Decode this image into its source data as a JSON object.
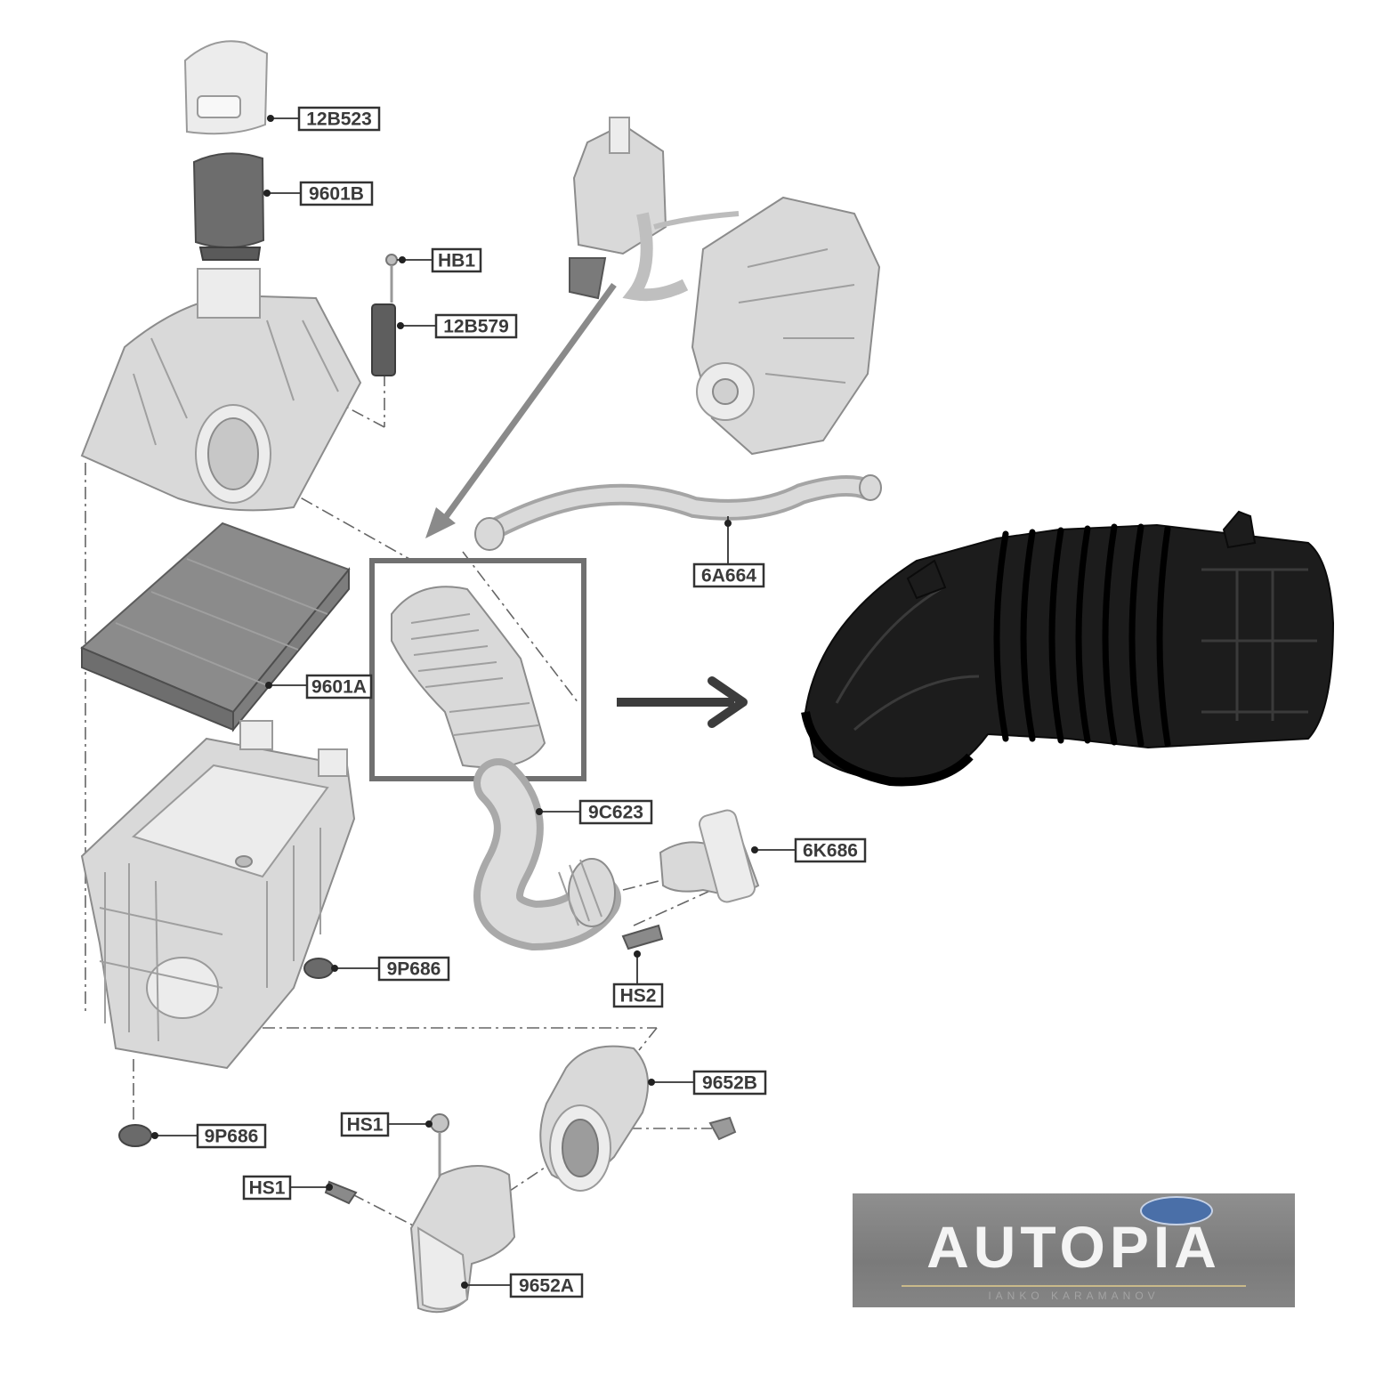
{
  "diagram": {
    "labels": {
      "air_cleaner_cover_outlet": "12B523",
      "air_cleaner_outlet_housing": "9601B",
      "bolt_hb1": "HB1",
      "sensor": "12B579",
      "pcv_tube": "6A664",
      "filter_element": "9601A",
      "intake_hose": "9C623",
      "intake_adapter": "6K686",
      "grommet_upper": "9P686",
      "grommet_lower": "9P686",
      "screw_hs2": "HS2",
      "resonator_b": "9652B",
      "screw_hs1_upper": "HS1",
      "screw_hs1_lower": "HS1",
      "inlet_duct_a": "9652A"
    }
  },
  "brand": {
    "name": "AUTOPIA",
    "subtitle": "IANKO KARAMANOV"
  },
  "colors": {
    "highlight_box": "#707070",
    "arrow": "#3c3c3c",
    "hose_photo": "#1c1c1c"
  }
}
